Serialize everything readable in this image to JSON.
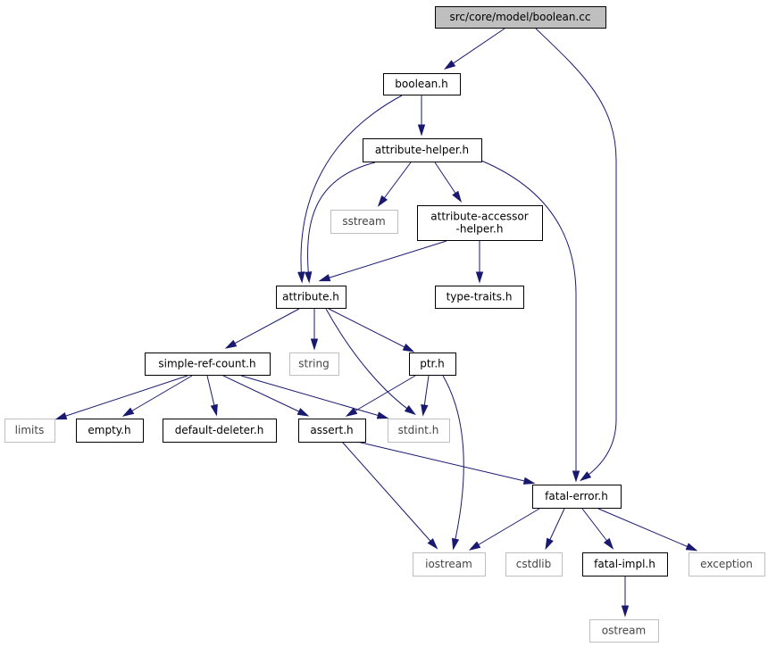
{
  "colors": {
    "edge": "#191970",
    "node_border": "#000000",
    "external_border": "#bfbfbf",
    "root_fill": "#bfbfbf",
    "node_fill": "#ffffff"
  },
  "nodes": [
    {
      "id": "boolean-cc",
      "label": "src/core/model/boolean.cc",
      "kind": "root"
    },
    {
      "id": "boolean-h",
      "label": "boolean.h",
      "kind": "local"
    },
    {
      "id": "attribute-helper-h",
      "label": "attribute-helper.h",
      "kind": "local"
    },
    {
      "id": "sstream",
      "label": "sstream",
      "kind": "external"
    },
    {
      "id": "attribute-accessor-helper-h",
      "label": [
        "attribute-accessor",
        "-helper.h"
      ],
      "kind": "local"
    },
    {
      "id": "attribute-h",
      "label": "attribute.h",
      "kind": "local"
    },
    {
      "id": "type-traits-h",
      "label": "type-traits.h",
      "kind": "local"
    },
    {
      "id": "simple-ref-count-h",
      "label": "simple-ref-count.h",
      "kind": "local"
    },
    {
      "id": "string",
      "label": "string",
      "kind": "external"
    },
    {
      "id": "ptr-h",
      "label": "ptr.h",
      "kind": "local"
    },
    {
      "id": "limits",
      "label": "limits",
      "kind": "external"
    },
    {
      "id": "empty-h",
      "label": "empty.h",
      "kind": "local"
    },
    {
      "id": "default-deleter-h",
      "label": "default-deleter.h",
      "kind": "local"
    },
    {
      "id": "assert-h",
      "label": "assert.h",
      "kind": "local"
    },
    {
      "id": "stdint-h",
      "label": "stdint.h",
      "kind": "external"
    },
    {
      "id": "fatal-error-h",
      "label": "fatal-error.h",
      "kind": "local"
    },
    {
      "id": "iostream",
      "label": "iostream",
      "kind": "external"
    },
    {
      "id": "cstdlib",
      "label": "cstdlib",
      "kind": "external"
    },
    {
      "id": "fatal-impl-h",
      "label": "fatal-impl.h",
      "kind": "local"
    },
    {
      "id": "exception",
      "label": "exception",
      "kind": "external"
    },
    {
      "id": "ostream",
      "label": "ostream",
      "kind": "external"
    }
  ],
  "edges": [
    {
      "from": "boolean-cc",
      "to": "boolean-h"
    },
    {
      "from": "boolean-cc",
      "to": "fatal-error-h"
    },
    {
      "from": "boolean-h",
      "to": "attribute-helper-h"
    },
    {
      "from": "boolean-h",
      "to": "attribute-h"
    },
    {
      "from": "attribute-helper-h",
      "to": "attribute-h"
    },
    {
      "from": "attribute-helper-h",
      "to": "sstream"
    },
    {
      "from": "attribute-helper-h",
      "to": "attribute-accessor-helper-h"
    },
    {
      "from": "attribute-helper-h",
      "to": "fatal-error-h"
    },
    {
      "from": "attribute-accessor-helper-h",
      "to": "attribute-h"
    },
    {
      "from": "attribute-accessor-helper-h",
      "to": "type-traits-h"
    },
    {
      "from": "attribute-h",
      "to": "simple-ref-count-h"
    },
    {
      "from": "attribute-h",
      "to": "string"
    },
    {
      "from": "attribute-h",
      "to": "ptr-h"
    },
    {
      "from": "attribute-h",
      "to": "stdint-h"
    },
    {
      "from": "simple-ref-count-h",
      "to": "limits"
    },
    {
      "from": "simple-ref-count-h",
      "to": "empty-h"
    },
    {
      "from": "simple-ref-count-h",
      "to": "default-deleter-h"
    },
    {
      "from": "simple-ref-count-h",
      "to": "assert-h"
    },
    {
      "from": "simple-ref-count-h",
      "to": "stdint-h"
    },
    {
      "from": "ptr-h",
      "to": "assert-h"
    },
    {
      "from": "ptr-h",
      "to": "stdint-h"
    },
    {
      "from": "ptr-h",
      "to": "iostream"
    },
    {
      "from": "assert-h",
      "to": "iostream"
    },
    {
      "from": "assert-h",
      "to": "fatal-error-h"
    },
    {
      "from": "fatal-error-h",
      "to": "iostream"
    },
    {
      "from": "fatal-error-h",
      "to": "cstdlib"
    },
    {
      "from": "fatal-error-h",
      "to": "fatal-impl-h"
    },
    {
      "from": "fatal-error-h",
      "to": "exception"
    },
    {
      "from": "fatal-impl-h",
      "to": "ostream"
    }
  ]
}
